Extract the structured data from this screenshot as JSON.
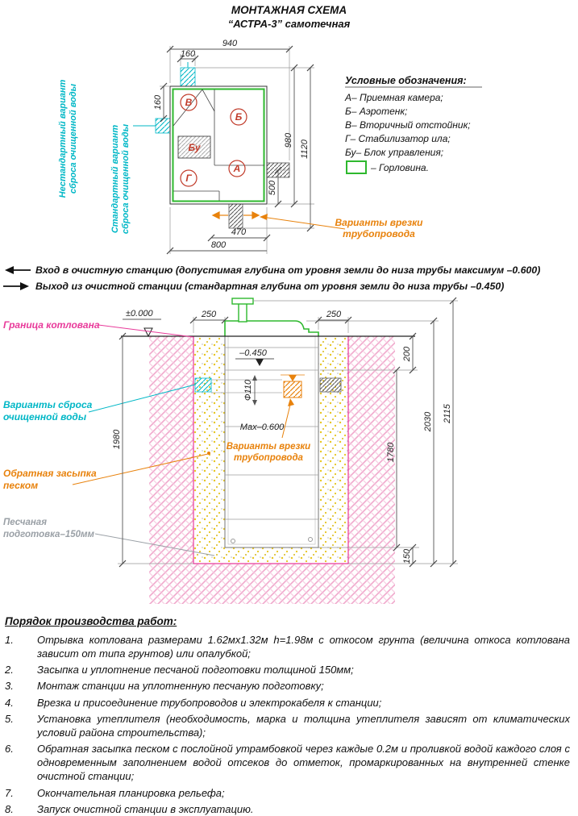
{
  "title": "МОНТАЖНАЯ СХЕМА",
  "subtitle": "“АСТРА-3” самотечная",
  "plan": {
    "dim_940": "940",
    "dim_160_top": "160",
    "dim_160_left": "160",
    "dim_980": "980",
    "dim_1120": "1120",
    "dim_500": "500",
    "dim_470": "470",
    "dim_800": "800",
    "label_a": "А",
    "label_b": "Б",
    "label_v": "В",
    "label_g": "Г",
    "label_bu": "Бу",
    "note_nonstandard_line1": "Нестандартный вариант",
    "note_nonstandard_line2": "сброса очищенной воды",
    "note_standard_line1": "Стандартный вариант",
    "note_standard_line2": "сброса очищенной воды",
    "pipe_note_line1": "Варианты врезки",
    "pipe_note_line2": "трубопровода"
  },
  "legend": {
    "title": "Условные обозначения:",
    "item_a": "А– Приемная камера;",
    "item_b": "Б– Аэротенк;",
    "item_v": "В– Вторичный отстойник;",
    "item_g": "Г– Стабилизатор ила;",
    "item_bu": "Бу– Блок управления;",
    "item_neck": "– Горловина."
  },
  "io_notes": {
    "inlet": "Вход в очистную станцию (допустимая глубина от уровня земли до низа трубы максимум –0.600)",
    "outlet": "Выход из очистной станции (стандартная глубина от уровня земли до низа трубы –0.450)"
  },
  "section": {
    "level_zero": "±0.000",
    "pit_boundary": "Граница котлована",
    "discharge_line1": "Варианты сброса",
    "discharge_line2": "очищенной воды",
    "backfill_line1": "Обратная засыпка",
    "backfill_line2": "песком",
    "sandprep_line1": "Песчаная",
    "sandprep_line2": "подготовка–150мм",
    "insertion_line1": "Варианты врезки",
    "insertion_line2": "трубопровода",
    "level_450": "–0.450",
    "dia_110": "Ф110",
    "max_600": "Мах–0.600",
    "dim_250_left": "250",
    "dim_250_right": "250",
    "dim_200": "200",
    "dim_2030": "2030",
    "dim_2115": "2115",
    "dim_1780": "1780",
    "dim_1980": "1980",
    "dim_150": "150"
  },
  "procedure": {
    "title": "Порядок производства работ:",
    "items": [
      {
        "num": "1.",
        "text": "Отрывка котлована размерами 1.62мх1.32м h=1.98м с откосом грунта (величина откоса котлована зависит от типа грунтов) или опалубкой;"
      },
      {
        "num": "2.",
        "text": "Засыпка и уплотнение песчаной подготовки толщиной 150мм;"
      },
      {
        "num": "3.",
        "text": "Монтаж станции на уплотненную песчаную подготовку;"
      },
      {
        "num": "4.",
        "text": "Врезка и присоединение трубопроводов и электрокабеля к станции;"
      },
      {
        "num": "5.",
        "text": "Установка утеплителя (необходимость, марка и толщина утеплителя зависят от климатических условий района строительства);"
      },
      {
        "num": "6.",
        "text": "Обратная засыпка песком с послойной утрамбовкой через каждые 0.2м и проливкой водой каждого слоя с одновременным заполнением водой отсеков до отметок, промаркированных на внутренней стенке очистной станции;"
      },
      {
        "num": "7.",
        "text": "Окончательная планировка рельефа;"
      },
      {
        "num": "8.",
        "text": "Запуск очистной станции в эксплуатацию."
      }
    ]
  }
}
